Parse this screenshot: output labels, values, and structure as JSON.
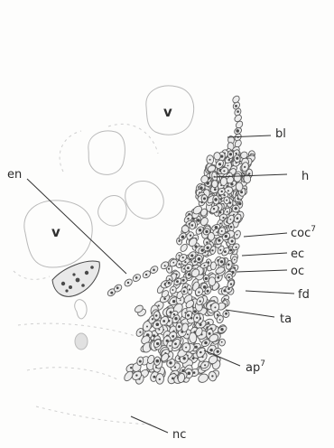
{
  "figure": {
    "labels": {
      "bl": "bl",
      "h": "h",
      "coc": "coc",
      "coc_sup": "7",
      "ec": "ec",
      "oc": "oc",
      "fd": "fd",
      "ta": "ta",
      "ap": "ap",
      "ap_sup": "7",
      "nc": "nc",
      "en": "en",
      "v_upper": "v",
      "v_lower": "v"
    }
  }
}
